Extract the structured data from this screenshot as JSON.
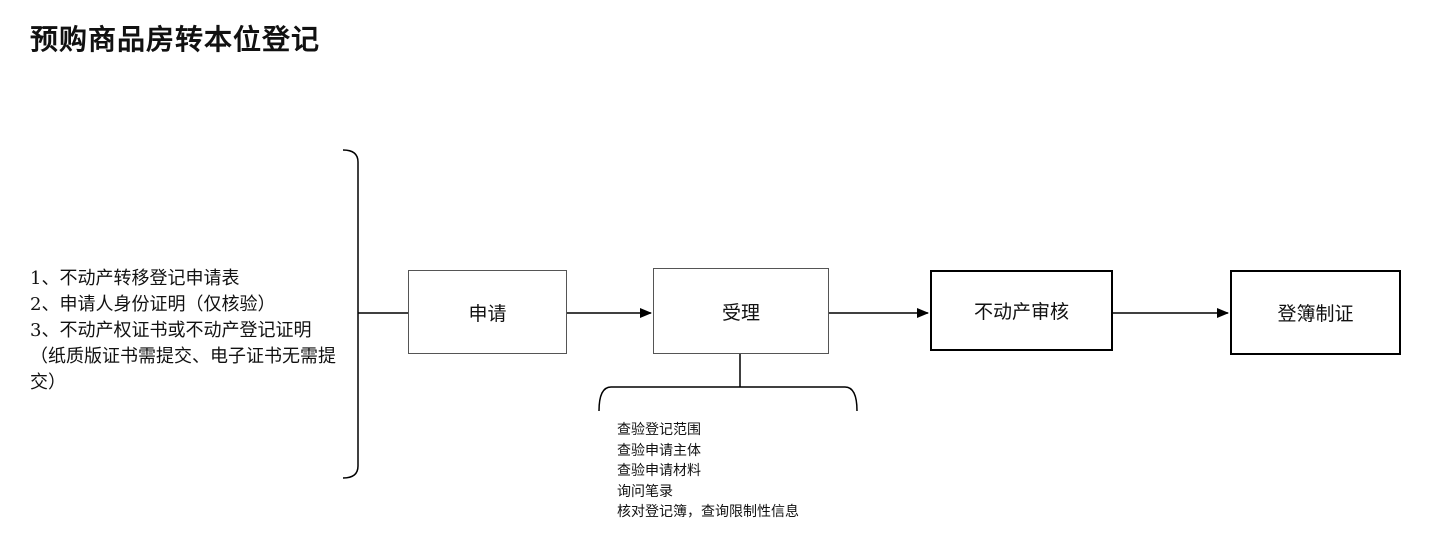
{
  "title": "预购商品房转本位登记",
  "requirements": [
    "1、不动产转移登记申请表",
    "2、申请人身份证明（仅核验）",
    "3、不动产权证书或不动产登记证明（纸质版证书需提交、电子证书无需提交）"
  ],
  "steps": [
    {
      "label": "申请"
    },
    {
      "label": "受理"
    },
    {
      "label": "不动产审核"
    },
    {
      "label": "登簿制证"
    }
  ],
  "acceptance_checks": [
    "查验登记范围",
    "查验申请主体",
    "查验申请材料",
    "询问笔录",
    "核对登记簿，查询限制性信息"
  ]
}
